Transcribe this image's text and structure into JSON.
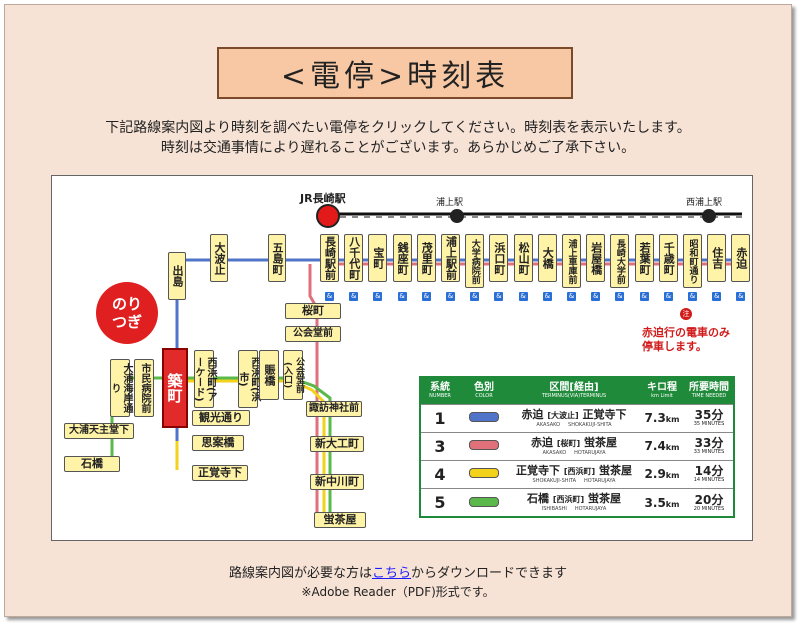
{
  "title": "<電停>時刻表",
  "intro_line1": "下記路線案内図より時刻を調べたい電停をクリックしてください。時刻表を表示いたします。",
  "intro_line2": "時刻は交通事情により遅れることがございます。あらかじめご了承下さい。",
  "map": {
    "jr_nagasaki": "JR長崎駅",
    "jr_urakami": "浦上駅",
    "jr_nishiurakami": "西浦上駅",
    "noritsugi_1": "のり",
    "noritsugi_2": "つぎ",
    "tsukimachi": "築町",
    "accessible_mark": "&",
    "note_mark": "注",
    "note_line1": "赤迫行の電車のみ",
    "note_line2": "停車します。",
    "stops_top_row": [
      "長崎駅前",
      "八千代町",
      "宝町",
      "銭座町",
      "茂里町",
      "浦上駅前",
      "大学病院前",
      "浜口町",
      "松山町",
      "大橋",
      "浦上車庫前",
      "岩屋橋",
      "長崎大学前",
      "若葉町",
      "千歳町",
      "昭和町通り",
      "住吉",
      "赤迫"
    ],
    "stops_upper": [
      "出島",
      "大波止",
      "五島町"
    ],
    "stops_mid": [
      "桜町",
      "公会堂前"
    ],
    "stops_lower_vertical": [
      "大浦海岸通り",
      "市民病院前",
      "西浜町(アーケード)",
      "西浜町(浜市)",
      "賑橋",
      "公会堂前(入口)"
    ],
    "stops_lower_horizontal": [
      "大浦天主堂下",
      "石橋",
      "観光通り",
      "思案橋",
      "正覚寺下",
      "諏訪神社前",
      "新大工町",
      "新中川町",
      "蛍茶屋"
    ]
  },
  "legend": {
    "headers": [
      {
        "ja": "系統",
        "en": "NUMBER"
      },
      {
        "ja": "色別",
        "en": "COLOR"
      },
      {
        "ja": "区間[経由]",
        "en": "TERMINUS(VIA)TERMINUS"
      },
      {
        "ja": "キロ程",
        "en": "km Limit"
      },
      {
        "ja": "所要時間",
        "en": "TIME NEEDED"
      }
    ],
    "rows": [
      {
        "num": "1",
        "color": "#4f74c9",
        "from": "赤迫",
        "via": "[大波止]",
        "to": "正覚寺下",
        "from_ro": "AKASAKO",
        "to_ro": "SHOKAKUJI-SHITA",
        "km": "7.3",
        "min": "35分",
        "min_en": "35 MINUTES"
      },
      {
        "num": "3",
        "color": "#e0707a",
        "from": "赤迫",
        "via": "[桜町]",
        "to": "蛍茶屋",
        "from_ro": "AKASAKO",
        "to_ro": "HOTARUJAYA",
        "km": "7.4",
        "min": "33分",
        "min_en": "33 MINUTES"
      },
      {
        "num": "4",
        "color": "#f2d21a",
        "from": "正覚寺下",
        "via": "[西浜町]",
        "to": "蛍茶屋",
        "from_ro": "SHOKAKUJI-SHITA",
        "to_ro": "HOTARUJAYA",
        "km": "2.9",
        "min": "14分",
        "min_en": "14 MINUTES"
      },
      {
        "num": "5",
        "color": "#5bb84a",
        "from": "石橋",
        "via": "[西浜町]",
        "to": "蛍茶屋",
        "from_ro": "ISHIBASHI",
        "to_ro": "HOTARUJAYA",
        "km": "3.5",
        "min": "20分",
        "min_en": "20 MINUTES"
      }
    ],
    "km_unit": "km"
  },
  "footer": {
    "pre": "路線案内図が必要な方は",
    "link": "こちら",
    "post": "からダウンロードできます",
    "note": "※Adobe Reader（PDF)形式です。"
  },
  "colors": {
    "route1": "#4f74c9",
    "route3": "#e0707a",
    "route4": "#f2d21a",
    "route5": "#5bb84a",
    "legend_green": "#1f8a3a",
    "stop_yellow": "#fff3a8",
    "accent_red": "#e02020"
  }
}
